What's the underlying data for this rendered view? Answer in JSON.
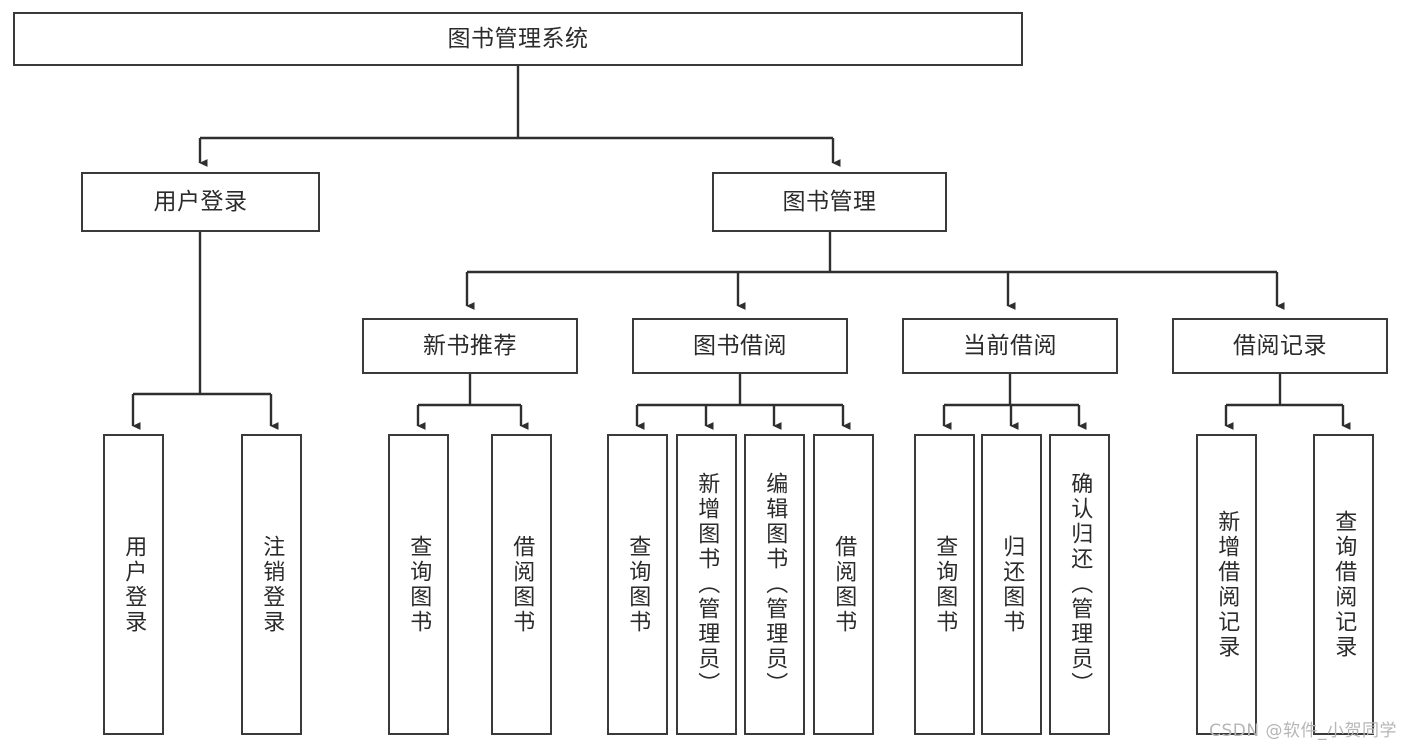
{
  "diagram": {
    "title": "图书管理系统",
    "type": "hierarchy-tree",
    "watermark": "CSDN @软件_小贺同学",
    "colors": {
      "background": "#ffffff",
      "box_border": "#3a3a3a",
      "box_fill": "#ffffff",
      "text": "#2b2b2b",
      "connector": "#2f2f2f",
      "watermark": "#b6b6b6"
    },
    "nodes": {
      "root": {
        "label": "图书管理系统"
      },
      "level1": [
        {
          "label": "用户登录"
        },
        {
          "label": "图书管理"
        }
      ],
      "level2": [
        {
          "label": "新书推荐"
        },
        {
          "label": "图书借阅"
        },
        {
          "label": "当前借阅"
        },
        {
          "label": "借阅记录"
        }
      ],
      "leaves_user_login": [
        {
          "label": "用户登录"
        },
        {
          "label": "注销登录"
        }
      ],
      "leaves_new_book": [
        {
          "label": "查询图书"
        },
        {
          "label": "借阅图书"
        }
      ],
      "leaves_borrow": [
        {
          "label": "查询图书"
        },
        {
          "label": "新增图书（管理员）"
        },
        {
          "label": "编辑图书（管理员）"
        },
        {
          "label": "借阅图书"
        }
      ],
      "leaves_current": [
        {
          "label": "查询图书"
        },
        {
          "label": "归还图书"
        },
        {
          "label": "确认归还（管理员）"
        }
      ],
      "leaves_records": [
        {
          "label": "新增借阅记录"
        },
        {
          "label": "查询借阅记录"
        }
      ]
    }
  }
}
